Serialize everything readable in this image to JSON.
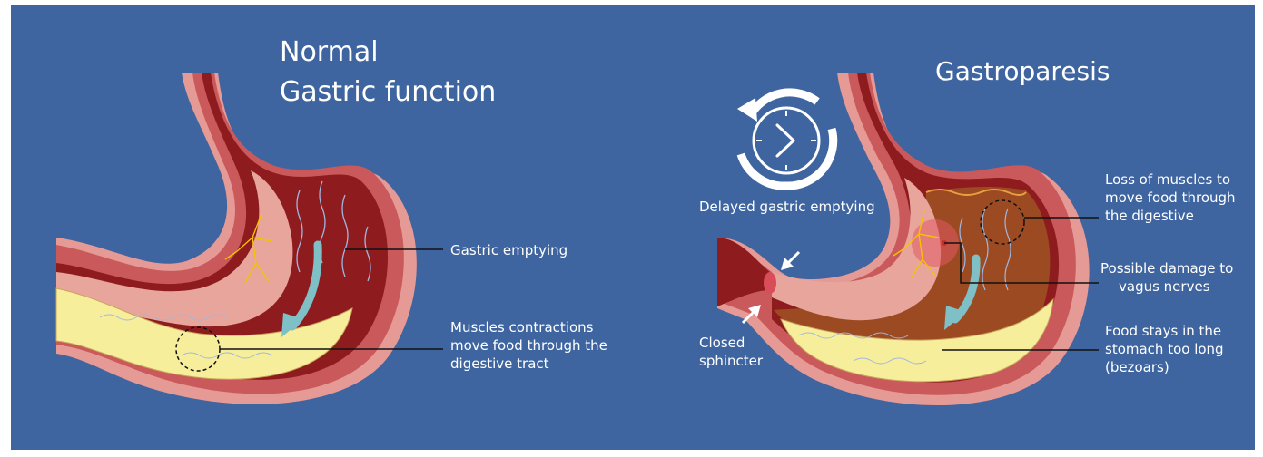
{
  "colors": {
    "background": "#3f65a0",
    "stomach_outer": "#e59a95",
    "stomach_wall": "#c9595a",
    "stomach_inner": "#8e1c1f",
    "food": "#f7ee9c",
    "nerve": "#f3c300",
    "arrow": "#7fbfc6",
    "text": "#ffffff"
  },
  "normal": {
    "title_line1": "Normal",
    "title_line2": "Gastric function",
    "label_gastric_emptying": "Gastric emptying",
    "label_muscles": [
      "Muscles contractions",
      "move food through the",
      "digestive tract"
    ]
  },
  "gastroparesis": {
    "title": "Gastroparesis",
    "label_delayed": "Delayed gastric emptying",
    "label_loss": [
      "Loss of muscles to",
      "move food through",
      "the digestive"
    ],
    "label_vagus": [
      "Possible damage to",
      "vagus nerves"
    ],
    "label_food": [
      "Food stays in the",
      "stomach too long",
      "(bezoars)"
    ],
    "label_sphincter": [
      "Closed",
      "sphincter"
    ]
  },
  "icons": {
    "clock": "clock-icon",
    "cycle_arrows": "cycle-arrows-icon",
    "pointer_arrow": "pointer-arrow-icon"
  }
}
